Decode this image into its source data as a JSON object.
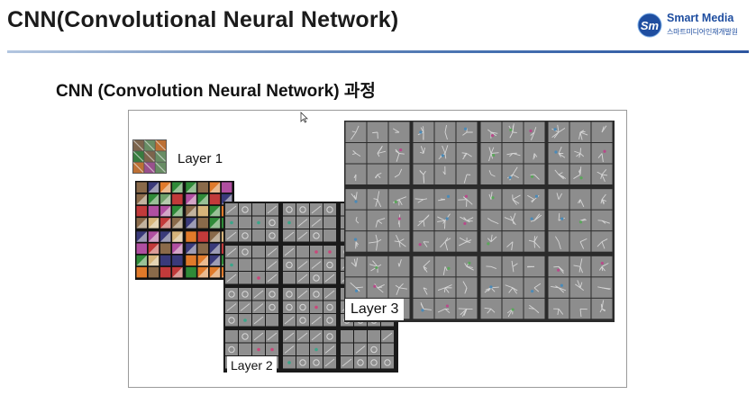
{
  "header": {
    "title": "CNN(Convolutional Neural Network)",
    "logo": {
      "name": "Smart Media",
      "subtitle": "스마트미디어인재개발원",
      "mark_text": "Sm"
    }
  },
  "main": {
    "subtitle": "CNN (Convolution Neural Network) 과정"
  },
  "figure": {
    "layer_labels": {
      "layer1": "Layer 1",
      "layer2": "Layer 2",
      "layer3": "Layer 3"
    }
  },
  "colors": {
    "brand_blue": "#1f4ea0",
    "rule_gradient": [
      "#b3c6e0",
      "#2d56a0"
    ],
    "layer1_palette": [
      "#e07a2a",
      "#2f8a38",
      "#c23a3a",
      "#8a6a4a",
      "#6fa06a",
      "#d6b47a",
      "#3a3a7a",
      "#b04fa0"
    ],
    "feature_gray": "#8d8d8d"
  }
}
